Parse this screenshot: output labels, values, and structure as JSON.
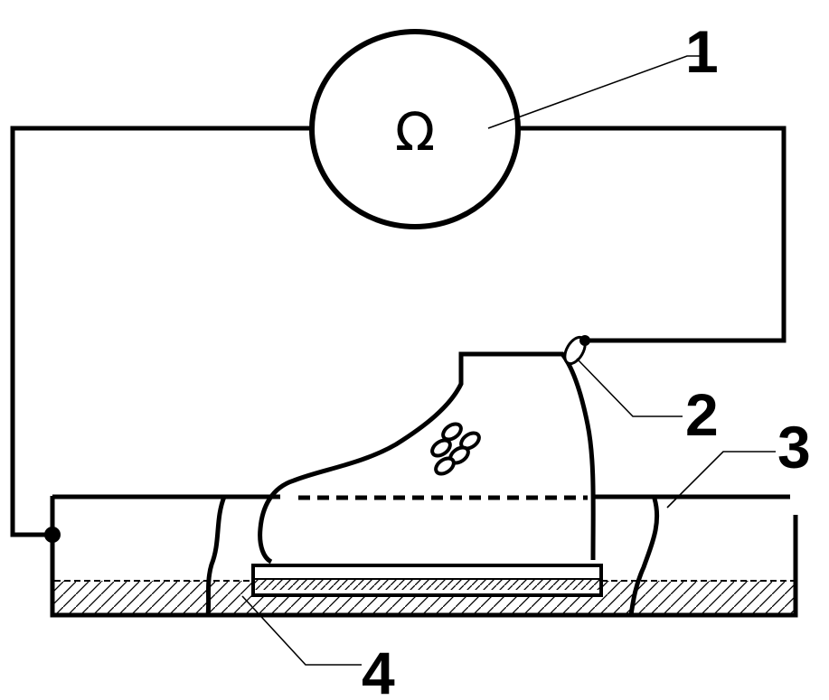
{
  "meter": {
    "symbol": "Ω"
  },
  "labels": [
    {
      "id": "1",
      "text": "1"
    },
    {
      "id": "2",
      "text": "2"
    },
    {
      "id": "3",
      "text": "3"
    },
    {
      "id": "4",
      "text": "4"
    }
  ],
  "colors": {
    "line": "#000000",
    "background": "#ffffff"
  }
}
